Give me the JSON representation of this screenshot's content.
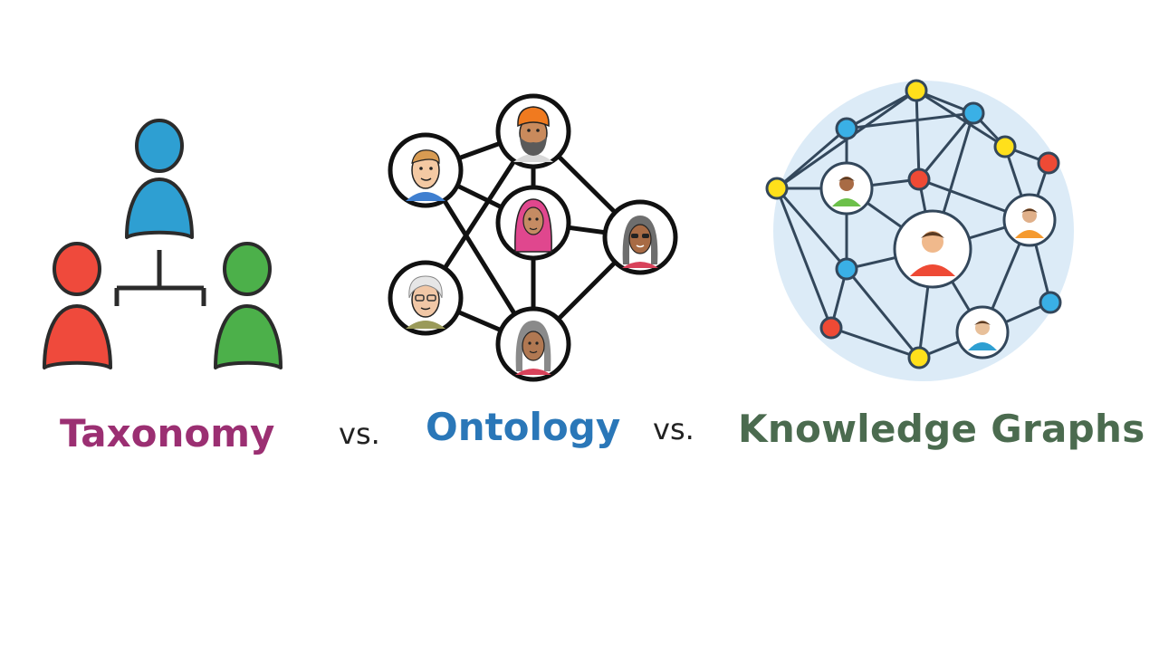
{
  "captions": {
    "taxonomy": "Taxonomy",
    "vs_1": "vs.",
    "ontology": "Ontology",
    "vs_2": "vs.",
    "knowledge_graphs": "Knowledge Graphs"
  },
  "colors": {
    "taxonomy_text": "#9b2f72",
    "ontology_text": "#2a77b8",
    "knowledge_graphs_text": "#4b6b4f",
    "person_blue": "#2e9fd2",
    "person_red": "#ef4a3c",
    "person_green": "#4cb04a",
    "node_yellow": "#ffe01b",
    "node_blue": "#3ab0e6",
    "node_red": "#ee4a35",
    "kg_background": "#dcebf7"
  },
  "icons": {
    "taxonomy": "hierarchy-people-icon",
    "ontology": "people-network-icon",
    "knowledge_graph": "knowledge-graph-network-icon"
  }
}
